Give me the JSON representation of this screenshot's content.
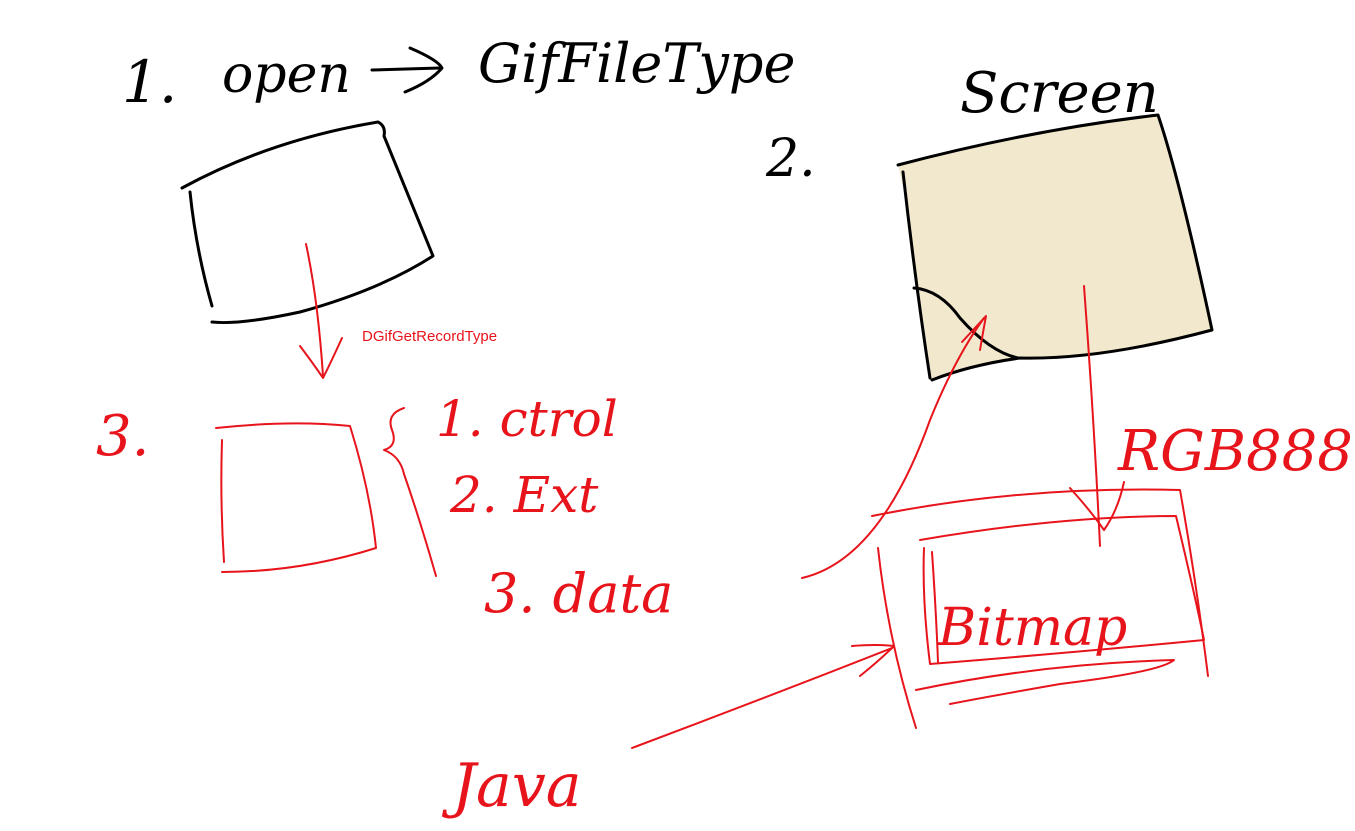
{
  "colors": {
    "background": "#ffffff",
    "ink_black": "#000000",
    "ink_red": "#e8141b",
    "screen_fill": "#eadcb4"
  },
  "step1": {
    "number": "1.",
    "open": "open",
    "arrow": "→",
    "gif_file_type": "GifFileType"
  },
  "step2": {
    "number": "2.",
    "screen_label": "Screen"
  },
  "step3": {
    "number": "3.",
    "items": [
      "1. ctrol",
      "2. Ext",
      "3. data"
    ]
  },
  "record_type_label": "DGifGetRecordType",
  "rgb_label": "RGB888",
  "bitmap_label": "Bitmap",
  "java_label": "Java"
}
